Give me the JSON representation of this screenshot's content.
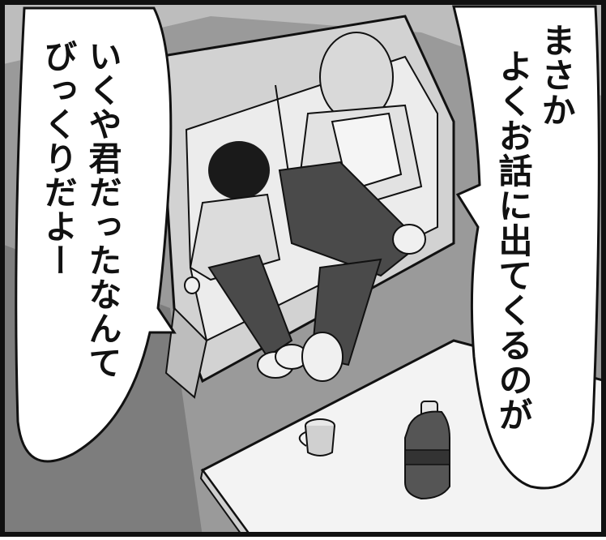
{
  "panel": {
    "palette": {
      "border": "#111111",
      "floor": "#9a9a9a",
      "floor_dark": "#6f6f6f",
      "wall": "#c8c8c8",
      "sofa": "#e6e6e6",
      "cushion": "#d2d2d2",
      "table": "#f3f3f3",
      "pants": "#4a4a4a",
      "skin": "#f0f0f0",
      "hair_boy": "#1a1a1a",
      "hair_woman": "#d9d9d9",
      "bubble": "#ffffff"
    },
    "speech_left": {
      "lines": [
        "いくや君だったなんて",
        "びっくりだよー"
      ]
    },
    "speech_right": {
      "lines": [
        "まさか",
        "よくお話に出てくるのが"
      ]
    },
    "props": {
      "mug_icon": "mug-icon",
      "bottle_icon": "tea-bottle-icon"
    }
  }
}
